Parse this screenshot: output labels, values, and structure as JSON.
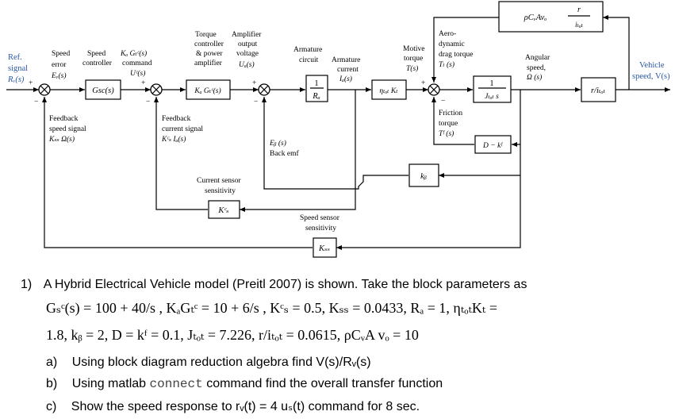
{
  "diagram": {
    "ref_signal": [
      "Ref.",
      "signal",
      "Rᵥ(s)"
    ],
    "speed_error": [
      "Speed",
      "error",
      "Eᵥ(s)"
    ],
    "speed_controller": [
      "Speed",
      "controller"
    ],
    "gsc_block": "Gsc(s)",
    "ka_gtc_command": [
      "Kₐ Gₜᶜ(s)",
      "command",
      "Uᶜ(s)"
    ],
    "torque_ctrl": [
      "Torque",
      "controller",
      "& power",
      "amplifier"
    ],
    "amp_output": [
      "Amplifier",
      "output",
      "voltage",
      "Uₐ(s)"
    ],
    "ka_gtc_block": "Kₐ Gₜᶜ(s)",
    "armature_circuit": [
      "Armature",
      "circuit"
    ],
    "armature_current": [
      "Armature",
      "current",
      "Iₐ(s)"
    ],
    "ra_block_num": "1",
    "ra_block_den": "Rₐ",
    "eta_block": "ηₜₒₜ Kₜ",
    "motive_torque": [
      "Motive",
      "torque",
      "T(s)"
    ],
    "aero_drag": [
      "Aero-",
      "dynamic",
      "drag torque",
      "Tₗ (s)"
    ],
    "jtot_num": "1",
    "jtot_den": "Jₜₒₜ s",
    "angular_speed": [
      "Angular",
      "speed,",
      "Ω (s)"
    ],
    "r_itot_block": "r/iₜₒₜ",
    "vehicle_speed": [
      "Vehicle",
      "speed, V(s)"
    ],
    "aero_block_left": "ρCᵥAvₒ",
    "aero_block_num": "r",
    "aero_block_den": "iₜₒₜ",
    "friction_torque": [
      "Friction",
      "torque",
      "Tᶠ (s)"
    ],
    "d_kf_block": "D − kᶠ",
    "kb_block": "kᵦ",
    "back_emf": [
      "Eᵦ (s)",
      "Back emf"
    ],
    "feedback_speed": [
      "Feedback",
      "speed signal",
      "Kₛₛ Ω(s)"
    ],
    "feedback_current": [
      "Feedback",
      "current signal",
      "Kᶜₛ Iₐ(s)"
    ],
    "current_sensor": [
      "Current sensor",
      "sensitivity"
    ],
    "kcs_block": "Kᶜₛ",
    "speed_sensor": [
      "Speed sensor",
      "sensitivity"
    ],
    "kss_block": "Kₛₛ",
    "plus": "+",
    "minus": "−"
  },
  "problem": {
    "number": "1)",
    "intro": "A Hybrid Electrical Vehicle model (Preitl 2007) is shown. Take the block parameters as",
    "params_line1": "Gₛᶜ(s) = 100 + 40/s , KₐGₜᶜ = 10 + 6/s ,  Kᶜₛ = 0.5,  Kₛₛ = 0.0433, Rₐ = 1, ηₜₒₜKₜ =",
    "params_line2": "1.8, kᵦ = 2, D = kᶠ = 0.1, Jₜₒₜ = 7.226, r/iₜₒₜ = 0.0615, ρCᵥA vₒ = 10",
    "a_label": "a)",
    "a_text": "Using block diagram reduction algebra find V(s)/Rᵥ(s)",
    "b_label": "b)",
    "b_pre": "Using matlab",
    "b_code": "connect",
    "b_post": "command find the overall transfer function",
    "c_label": "c)",
    "c_text": "Show the speed response to rᵥ(t) = 4 uₛ(t) command for 8 sec."
  }
}
